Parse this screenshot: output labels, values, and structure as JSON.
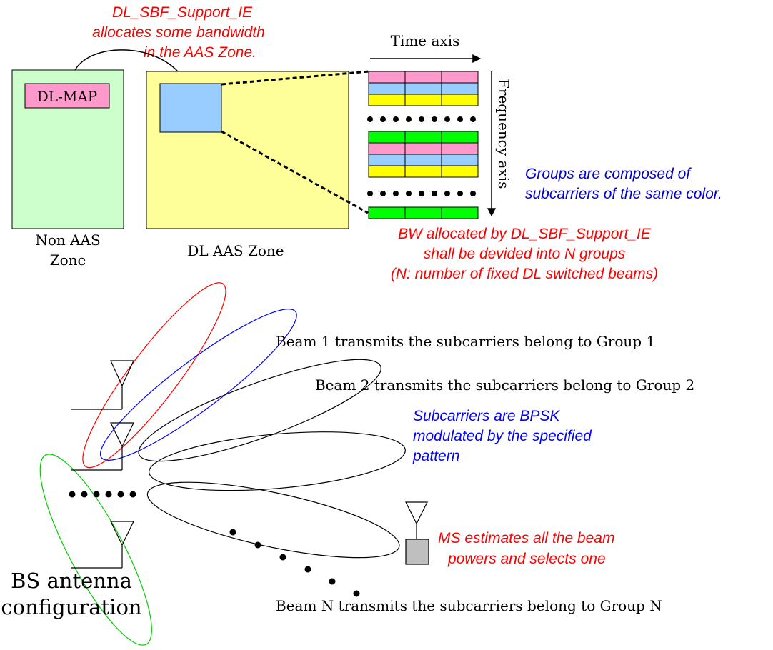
{
  "top_annotation": {
    "lines": [
      "DL_SBF_Support_IE",
      "allocates some bandwidth",
      "in the AAS Zone."
    ],
    "color": "#ff0000"
  },
  "non_aas_zone": {
    "map_label": "DL-MAP",
    "label_lines": [
      "Non AAS",
      "Zone"
    ],
    "fill": "#ccffcc",
    "map_fill": "#ff99cc"
  },
  "aas_zone": {
    "label": "DL AAS Zone",
    "fill": "#ffff99",
    "allocation_fill": "#99ccff"
  },
  "time_axis_label": "Time axis",
  "frequency_axis_label": "Frequency axis",
  "subcarrier_colors": {
    "pink": "#ff99cc",
    "blue": "#99ccff",
    "yellow": "#ffff00",
    "green": "#00ff00"
  },
  "subcarrier_rows": [
    [
      "pink",
      "blue",
      "yellow"
    ],
    [
      "green",
      "pink",
      "blue",
      "yellow"
    ],
    [
      "green"
    ]
  ],
  "groups_note": {
    "lines": [
      "Groups are composed of",
      "subcarriers of the same color."
    ],
    "color": "#0000cc"
  },
  "bw_note": {
    "lines": [
      "BW allocated by DL_SBF_Support_IE",
      "shall be devided into N groups",
      "(N: number of fixed DL switched beams)"
    ],
    "color": "#ff0000"
  },
  "beams": {
    "beam1": "Beam 1 transmits the subcarriers belong to Group 1",
    "beam2": "Beam 2 transmits the subcarriers belong to Group 2",
    "beamN": "Beam N transmits the subcarriers belong to Group N",
    "colors": {
      "beam1": "#ff0000",
      "beam2": "#0000ff",
      "beamN": "#00cc00",
      "other": "#000000"
    }
  },
  "bpsk_note": {
    "lines": [
      "Subcarriers are BPSK",
      "modulated by the specified",
      "pattern"
    ],
    "color": "#0000ff"
  },
  "ms_note": {
    "lines": [
      "MS estimates all the beam",
      "powers and selects one"
    ],
    "color": "#ff0000"
  },
  "bs_label_lines": [
    "BS antenna",
    "configuration"
  ]
}
